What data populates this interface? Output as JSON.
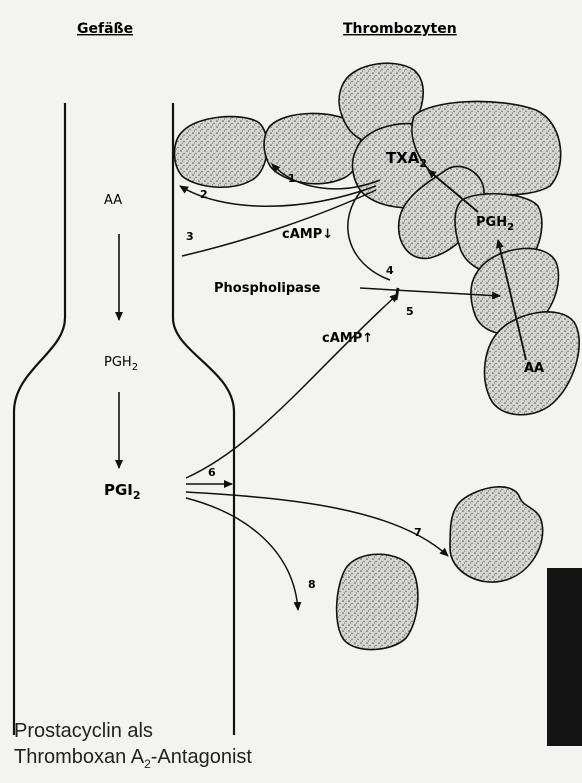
{
  "headers": {
    "vessel": "Gefäße",
    "platelets": "Thrombozyten"
  },
  "vessel_labels": {
    "aa": "AA",
    "pgh2": "PGH",
    "pgh2_sub": "2",
    "pgi2": "PGI",
    "pgi2_sub": "2"
  },
  "platelet_labels": {
    "txa2": "TXA",
    "txa2_sub": "2",
    "pgh2": "PGH",
    "pgh2_sub": "2",
    "aa": "AA"
  },
  "mediators": {
    "camp_down": "cAMP↓",
    "camp_up": "cAMP↑",
    "phospholipase": "Phospholipase"
  },
  "pathway_numbers": [
    "1",
    "2",
    "3",
    "4",
    "5",
    "6",
    "7",
    "8"
  ],
  "caption": {
    "line1": "Prostacyclin als",
    "line2_main": "Thromboxan A",
    "line2_sub": "2",
    "line2_end": "-Antagonist"
  },
  "colors": {
    "ink": "#111111",
    "background": "#f3f3f1",
    "platelet_fill": "#d4d4d0"
  }
}
